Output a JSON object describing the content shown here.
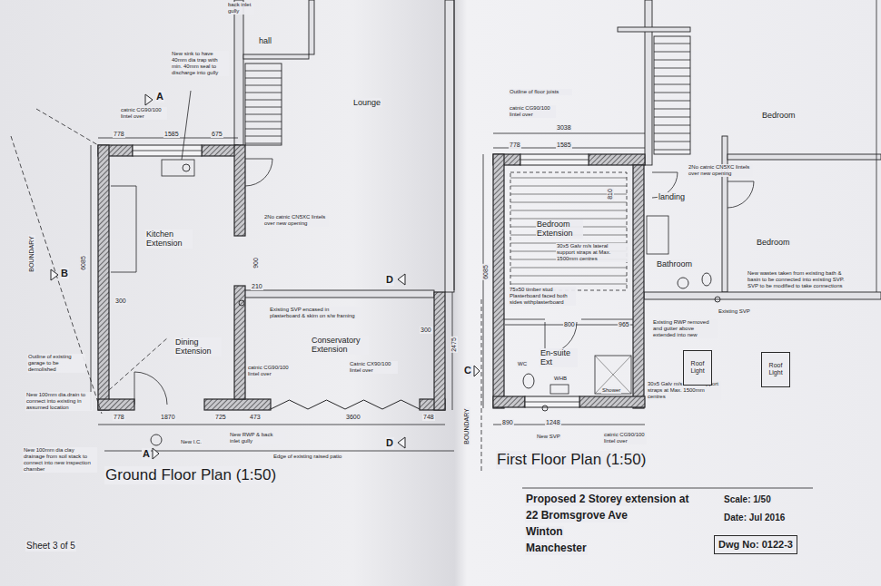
{
  "diagram": {
    "nodes": [
      {
        "text": [
          "Roof Light"
        ]
      },
      {
        "text": [
          "Roof Light"
        ]
      },
      {
        "text": [
          "Dwg No: 0122-3"
        ]
      }
    ],
    "labels": [
      "back inlet gully",
      "hall",
      "Lounge",
      "New sink to have 40mm dia trap with min. 40mm seal to discharge into gully",
      "A",
      "catnic CG90/100 lintel over",
      "778",
      "1585",
      "675",
      "Kitchen Extension",
      "BOUNDARY",
      "B",
      "6085",
      "2No catnic CN5XC lintels over new opening",
      "900",
      "210",
      "D",
      "300",
      "Existing SVP encased in plasterboard & skim on s/w framing",
      "Dining Extension",
      "Conservatory Extension",
      "Catnic CX90/100 lintel over",
      "300",
      "2475",
      "Outline of existing garage to be demolished",
      "catnic CG90/100 lintel over",
      "New 100mm dia.drain to connect into existing in assumed location",
      "778",
      "1870",
      "725",
      "473",
      "3600",
      "748",
      "New RWP & back inlet gully",
      "New I.C.",
      "A",
      "New 100mm dia clay drainage from soil stack to connect into new inspection chamber",
      "D",
      "Edge of existing raised patio",
      "BOUNDARY",
      "C",
      "Ground Floor Plan (1:50)",
      "Sheet 3 of 5",
      "Outline of floor joists",
      "catnic CG90/100 lintel over",
      "3038",
      "778",
      "1585",
      "Bedroom",
      "2No catnic CN5XC lintels over new opening",
      "810",
      "landing",
      "Bedroom Extension",
      "30x5 Galv m/s lateral support straps at Max. 1500mm centres",
      "Bathroom",
      "Bedroom",
      "6085",
      "New wastes taken from existing bath & basin to be connected into existing SVP. SVP to be modified to take connections",
      "75x50 timber stud Plasterboard faced both sides withplasterboard",
      "Existing SVP",
      "800",
      "965",
      "Existing RWP removed and gutter above extended into new",
      "En-suite Ext",
      "WC",
      "WHB",
      "Shower",
      "30x5 Galv m/s lateral support straps at Max. 1500mm centres",
      "890",
      "1248",
      "New SVP",
      "catnic CG90/100 lintel over",
      "First Floor Plan (1:50)",
      "Proposed 2 Storey extension at",
      "22 Bromsgrove Ave",
      "Winton",
      "Manchester",
      "Scale: 1/50",
      "Date: Jul 2016"
    ]
  }
}
